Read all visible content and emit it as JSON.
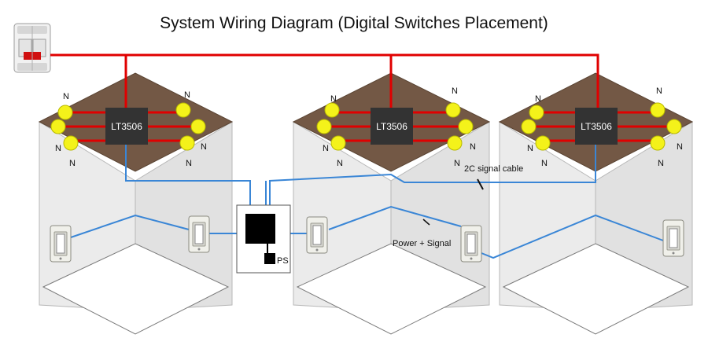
{
  "title": "System Wiring Diagram (Digital Switches Placement)",
  "controller_label": "LT3506",
  "neutral_label": "N",
  "power_supply_label": "PS",
  "signal_cable_label": "2C signal cable",
  "power_signal_label": "Power + Signal",
  "colors": {
    "mains_wire": "#e00000",
    "signal_wire": "#3a86d6",
    "ceiling": "#735845",
    "bulb": "#f4f21a"
  },
  "icons": [
    "circuit-breaker-icon",
    "wall-switch-icon",
    "bulb-icon"
  ]
}
